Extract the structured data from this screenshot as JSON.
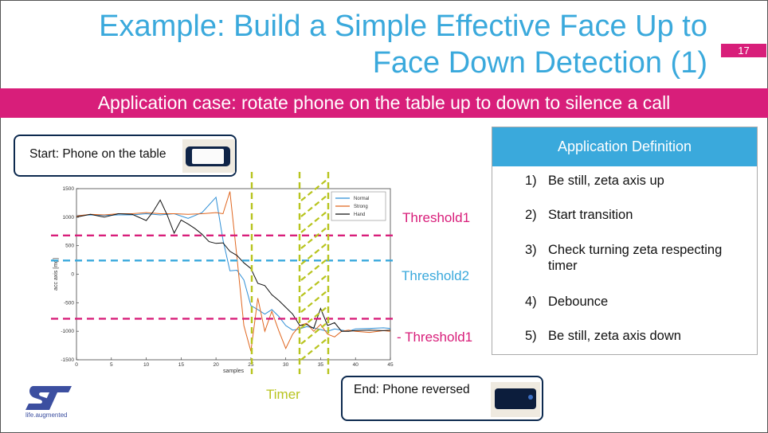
{
  "slide": {
    "title_line1": "Example: Build a Simple Effective Face Up to",
    "title_line2": "Face Down Detection (1)",
    "page_number": "17",
    "banner": "Application case: rotate phone on the table up to down to silence a call"
  },
  "callouts": {
    "start": "Start: Phone on the table",
    "end": "End: Phone reversed"
  },
  "definition": {
    "header": "Application Definition",
    "items": [
      {
        "num": "1)",
        "text": "Be still, zeta axis up"
      },
      {
        "num": "2)",
        "text": "Start transition"
      },
      {
        "num": "3)",
        "text": "Check turning zeta respecting timer"
      },
      {
        "num": "4)",
        "text": "Debounce"
      },
      {
        "num": "5)",
        "text": "Be still, zeta axis down"
      }
    ]
  },
  "annotations": {
    "threshold1": "Threshold1",
    "threshold2": "Threshold2",
    "neg_threshold1": "- Threshold1",
    "timer": "Timer"
  },
  "logo": {
    "tagline": "life.augmented",
    "brand_color": "#3c4fa0"
  },
  "colors": {
    "accent_blue": "#3aa9dc",
    "accent_magenta": "#d81e7a",
    "timer_green": "#b8c41e",
    "navy": "#0d2a4f"
  },
  "chart_data": {
    "type": "line",
    "xlabel": "samples",
    "ylabel": "acc axis [mg]",
    "xlim": [
      0,
      45
    ],
    "ylim": [
      -1500,
      1500
    ],
    "x_ticks": [
      0,
      5,
      10,
      15,
      20,
      25,
      30,
      35,
      40,
      45
    ],
    "y_ticks": [
      1500,
      1000,
      500,
      0,
      -500,
      -1000,
      -1500
    ],
    "legend_position": "top-right",
    "series": [
      {
        "name": "Normal",
        "color": "#2f8fd6",
        "x": [
          0,
          2,
          4,
          6,
          8,
          10,
          12,
          14,
          16,
          18,
          20,
          21,
          22,
          23,
          24,
          25,
          26,
          27,
          28,
          29,
          30,
          31,
          32,
          33,
          34,
          35,
          36,
          37,
          38,
          39,
          40,
          42,
          44,
          45
        ],
        "y": [
          1030,
          1040,
          1030,
          1040,
          1040,
          1060,
          1040,
          1060,
          980,
          1080,
          1350,
          600,
          60,
          70,
          -100,
          -550,
          -620,
          -700,
          -620,
          -740,
          -900,
          -980,
          -960,
          -920,
          -940,
          -970,
          -1000,
          -960,
          -980,
          -1000,
          -960,
          -950,
          -940,
          -950
        ]
      },
      {
        "name": "Strong",
        "color": "#e0661f",
        "x": [
          0,
          2,
          4,
          6,
          8,
          10,
          12,
          14,
          16,
          18,
          20,
          21,
          22,
          23,
          24,
          25,
          26,
          27,
          28,
          29,
          30,
          31,
          32,
          33,
          34,
          35,
          36,
          37,
          38,
          39,
          40,
          42,
          44,
          45
        ],
        "y": [
          1020,
          1050,
          1040,
          1060,
          1060,
          1080,
          1060,
          1060,
          1050,
          1060,
          1080,
          1060,
          1450,
          300,
          -900,
          -1350,
          -420,
          -1000,
          -650,
          -990,
          -1300,
          -1050,
          -900,
          -860,
          -1000,
          -880,
          -1050,
          -1100,
          -1000,
          -980,
          -1000,
          -1020,
          -990,
          -1000
        ]
      },
      {
        "name": "Hand",
        "color": "#111111",
        "x": [
          0,
          2,
          4,
          6,
          8,
          10,
          11,
          12,
          13,
          14,
          15,
          16,
          17,
          18,
          19,
          20,
          21,
          22,
          23,
          24,
          25,
          26,
          27,
          28,
          29,
          30,
          31,
          32,
          33,
          34,
          35,
          36,
          37,
          38,
          39,
          40,
          42,
          44,
          45
        ],
        "y": [
          1000,
          1050,
          1000,
          1060,
          1050,
          940,
          1100,
          1300,
          1040,
          720,
          950,
          880,
          800,
          700,
          570,
          540,
          550,
          400,
          330,
          200,
          100,
          -160,
          -200,
          -360,
          -460,
          -580,
          -700,
          -900,
          -880,
          -950,
          -600,
          -900,
          -850,
          -1000,
          -1000,
          -990,
          -980,
          -990,
          -980
        ]
      }
    ],
    "threshold_lines": [
      {
        "label": "Threshold1",
        "y": 680,
        "color": "#d81e7a"
      },
      {
        "label": "Threshold2",
        "y": 240,
        "color": "#3aa9dc"
      },
      {
        "label": "- Threshold1",
        "y": -780,
        "color": "#d81e7a"
      }
    ]
  }
}
